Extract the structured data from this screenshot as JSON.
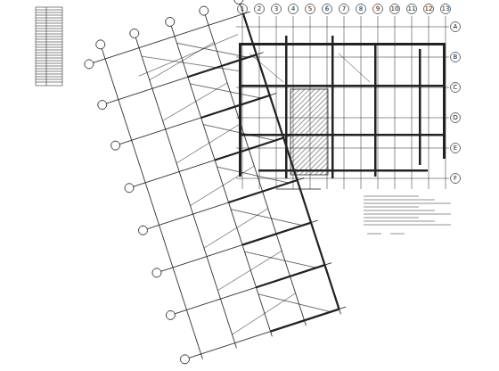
{
  "diagram": {
    "labels": [
      "1",
      "2",
      "3",
      "4",
      "5",
      "6",
      "7",
      "8",
      "9",
      "10",
      "11",
      "12",
      "13",
      "A",
      "B",
      "C",
      "D",
      "E",
      "F"
    ]
  }
}
